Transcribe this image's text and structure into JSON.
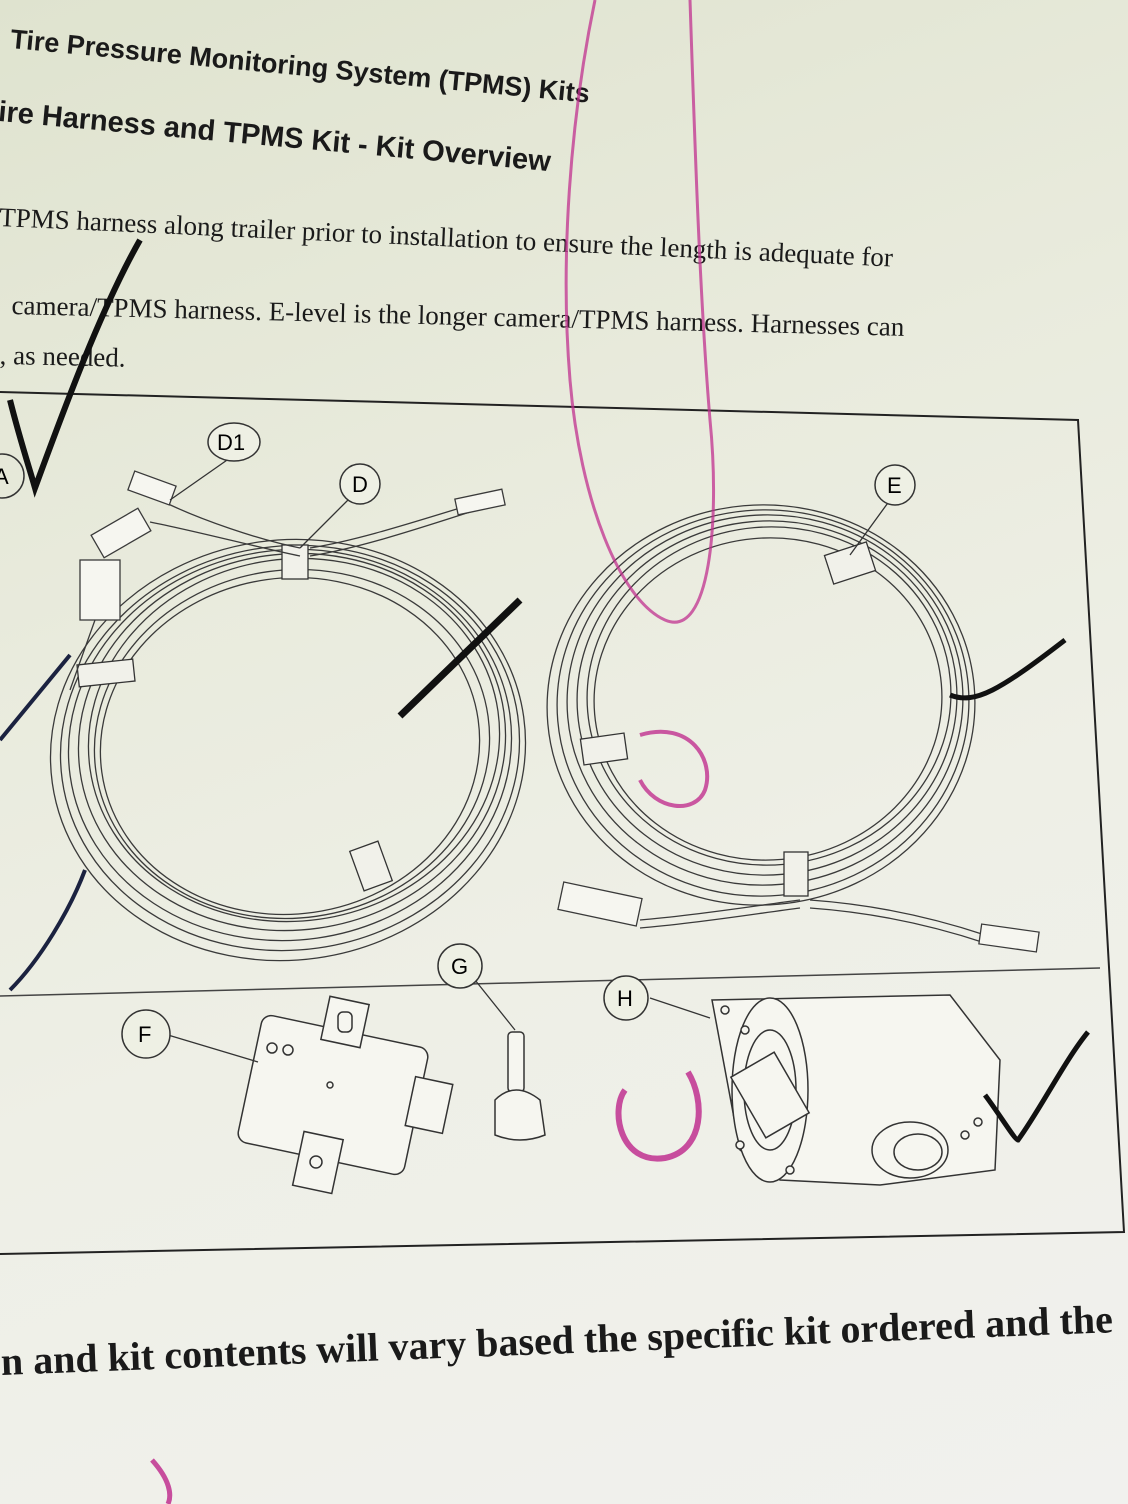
{
  "header": {
    "line1": "Tire Pressure Monitoring System (TPMS) Kits",
    "line2": "ire Harness and TPMS Kit - Kit Overview"
  },
  "body": {
    "line1": "TPMS harness along trailer prior to installation to ensure the length is adequate for",
    "line2": "camera/TPMS harness. E-level is the longer camera/TPMS harness. Harnesses can",
    "line3": ", as needed."
  },
  "figure": {
    "labels": [
      "A",
      "D1",
      "D",
      "E",
      "F",
      "G",
      "H"
    ]
  },
  "footer": {
    "text": "n and kit contents will vary based the specific kit ordered and the"
  },
  "colors": {
    "ink": "#1a1a1a",
    "pink_marker": "#c0308f",
    "black_marker": "#111111",
    "paper": "#e9ebdd"
  }
}
